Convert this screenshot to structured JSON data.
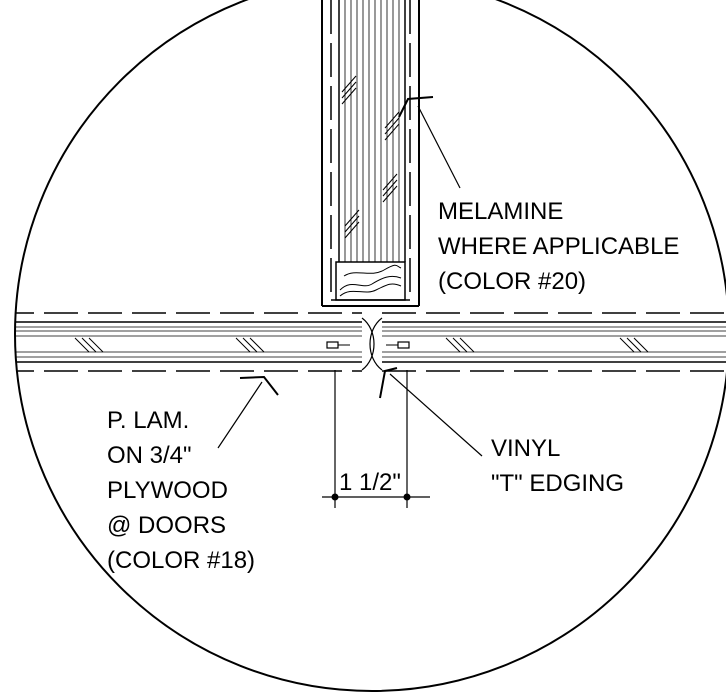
{
  "labels": {
    "melamine": [
      "MELAMINE",
      "WHERE APPLICABLE",
      "(COLOR #20)"
    ],
    "plam": [
      "P. LAM.",
      "ON 3/4\"",
      "PLYWOOD",
      "@ DOORS",
      "(COLOR #18)"
    ],
    "vinyl": [
      "VINYL",
      "\"T\" EDGING"
    ],
    "dimension": "1 1/2\""
  },
  "colors": {
    "ink": "#000000",
    "paper": "#ffffff"
  }
}
